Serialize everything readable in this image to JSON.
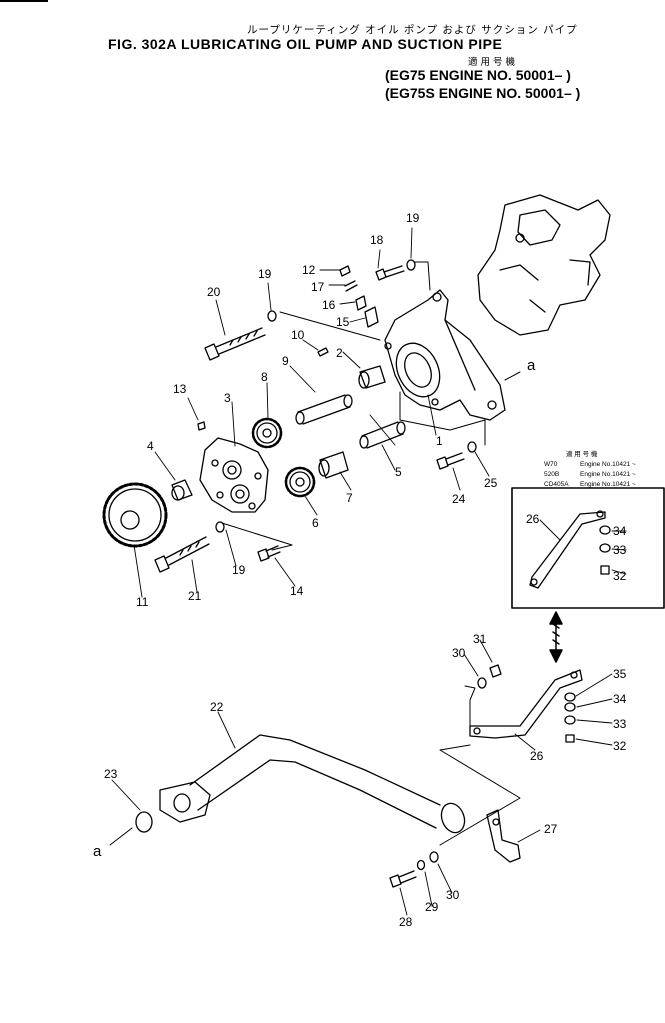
{
  "header": {
    "jp_title": "ループリケーティング オイル ポンプ および サクション パイプ",
    "fig_title": "FIG. 302A  LUBRICATING OIL PUMP AND SUCTION PIPE",
    "applicability_label": "適用号機",
    "engine_lines": [
      "(EG75   ENGINE NO. 50001– )",
      "(EG75S ENGINE NO. 50001– )"
    ]
  },
  "inset": {
    "heading": "適 用 号 機",
    "rows": [
      {
        "model": "W70",
        "engine": "Engine No.10421 ~"
      },
      {
        "model": "520B",
        "engine": "Engine No.10421 ~"
      },
      {
        "model": "CD405A",
        "engine": "Engine No.10421 ~"
      }
    ]
  },
  "callouts": {
    "p1": "1",
    "p2": "2",
    "p3": "3",
    "p4": "4",
    "p5": "5",
    "p6": "6",
    "p7": "7",
    "p8": "8",
    "p9": "9",
    "p10": "10",
    "p11": "11",
    "p12": "12",
    "p13": "13",
    "p14": "14",
    "p15": "15",
    "p16": "16",
    "p17": "17",
    "p18": "18",
    "p19a": "19",
    "p19b": "19",
    "p19c": "19",
    "p20": "20",
    "p21": "21",
    "p22": "22",
    "p23": "23",
    "p24": "24",
    "p25": "25",
    "p26a": "26",
    "p26b": "26",
    "p27": "27",
    "p28": "28",
    "p29": "29",
    "p30a": "30",
    "p30b": "30",
    "p31": "31",
    "p32a": "32",
    "p32b": "32",
    "p33a": "33",
    "p33b": "33",
    "p34a": "34",
    "p34b": "34",
    "p35": "35",
    "ref_a1": "a",
    "ref_a2": "a"
  }
}
